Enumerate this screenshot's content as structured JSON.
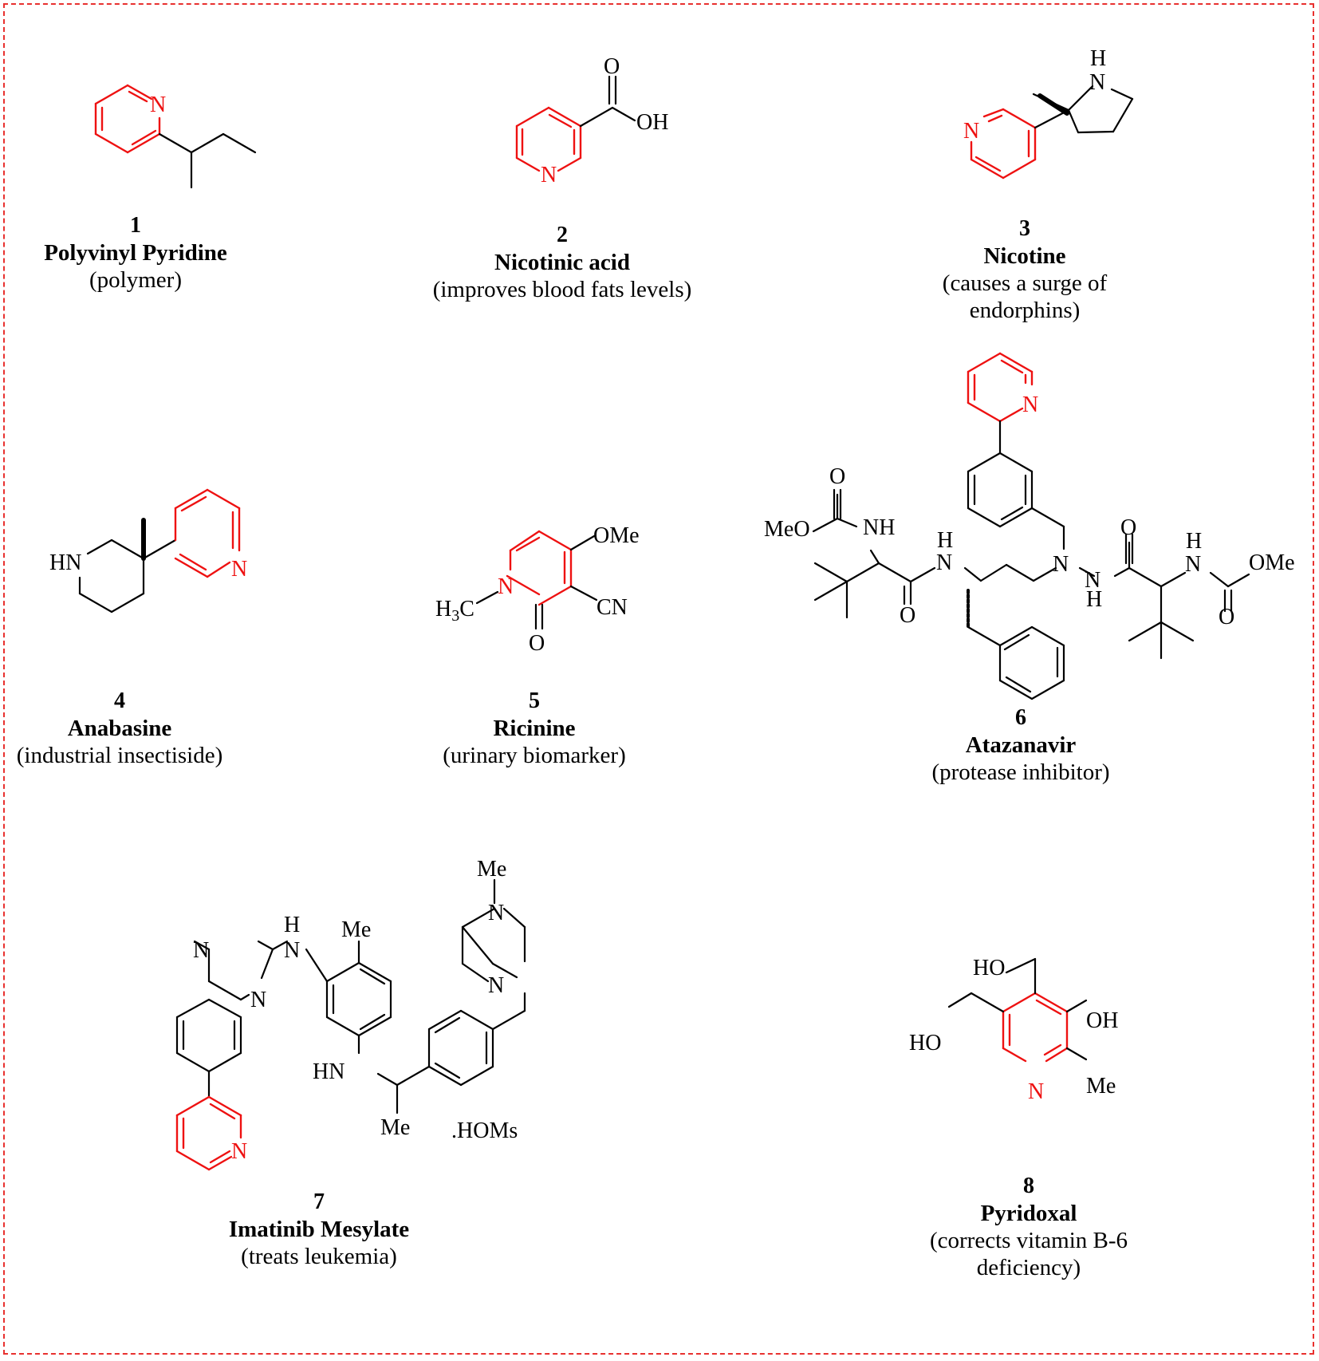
{
  "colors": {
    "frame": "#e8312f",
    "pyridine_highlight": "#ee1111",
    "ink": "#000000"
  },
  "compounds": [
    {
      "number": "1",
      "name": "Polyvinyl Pyridine",
      "description": "(polymer)"
    },
    {
      "number": "2",
      "name": "Nicotinic acid",
      "description": "(improves blood fats levels)"
    },
    {
      "number": "3",
      "name": "Nicotine",
      "description": "(causes a surge of",
      "description2": "endorphins)"
    },
    {
      "number": "4",
      "name": "Anabasine",
      "description": "(industrial insectiside)"
    },
    {
      "number": "5",
      "name": "Ricinine",
      "description": "(urinary biomarker)"
    },
    {
      "number": "6",
      "name": "Atazanavir",
      "description": "(protease inhibitor)"
    },
    {
      "number": "7",
      "name": "Imatinib Mesylate",
      "description": "(treats leukemia)"
    },
    {
      "number": "8",
      "name": "Pyridoxal",
      "description": "(corrects vitamin B-6",
      "description2": "deficiency)"
    }
  ],
  "atom_labels": {
    "N": "N",
    "O": "O",
    "OH": "OH",
    "H": "H",
    "NH": "NH",
    "HN": "HN",
    "MeO": "MeO",
    "OMe": "OMe",
    "Me": "Me",
    "CN": "CN",
    "HO": "HO",
    "H3C_H": "H",
    "H3C_3": "3",
    "H3C_C": "C",
    "salt": ".HOMs"
  }
}
